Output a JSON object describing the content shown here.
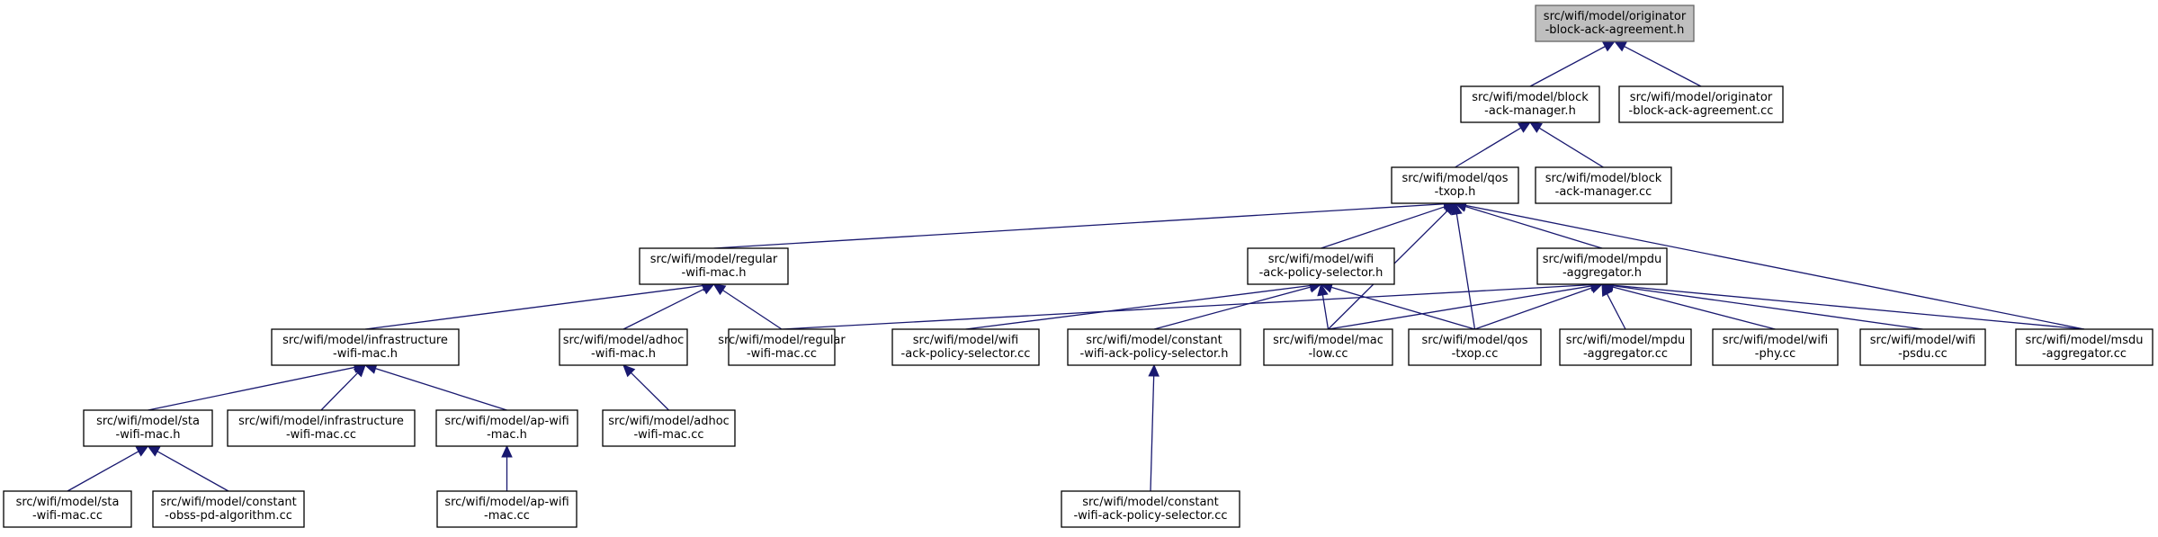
{
  "graph": {
    "nodes": [
      {
        "id": "oba_h",
        "lines": [
          "src/wifi/model/originator",
          "-block-ack-agreement.h"
        ],
        "root": true
      },
      {
        "id": "bam_h",
        "lines": [
          "src/wifi/model/block",
          "-ack-manager.h"
        ]
      },
      {
        "id": "oba_cc",
        "lines": [
          "src/wifi/model/originator",
          "-block-ack-agreement.cc"
        ]
      },
      {
        "id": "qos_h",
        "lines": [
          "src/wifi/model/qos",
          "-txop.h"
        ]
      },
      {
        "id": "bam_cc",
        "lines": [
          "src/wifi/model/block",
          "-ack-manager.cc"
        ]
      },
      {
        "id": "reg_h",
        "lines": [
          "src/wifi/model/regular",
          "-wifi-mac.h"
        ]
      },
      {
        "id": "waps_h",
        "lines": [
          "src/wifi/model/wifi",
          "-ack-policy-selector.h"
        ]
      },
      {
        "id": "mpdu_h",
        "lines": [
          "src/wifi/model/mpdu",
          "-aggregator.h"
        ]
      },
      {
        "id": "infra_h",
        "lines": [
          "src/wifi/model/infrastructure",
          "-wifi-mac.h"
        ]
      },
      {
        "id": "adhoc_h",
        "lines": [
          "src/wifi/model/adhoc",
          "-wifi-mac.h"
        ]
      },
      {
        "id": "reg_cc",
        "lines": [
          "src/wifi/model/regular",
          "-wifi-mac.cc"
        ]
      },
      {
        "id": "waps_cc",
        "lines": [
          "src/wifi/model/wifi",
          "-ack-policy-selector.cc"
        ]
      },
      {
        "id": "cwaps_h",
        "lines": [
          "src/wifi/model/constant",
          "-wifi-ack-policy-selector.h"
        ]
      },
      {
        "id": "maclow_cc",
        "lines": [
          "src/wifi/model/mac",
          "-low.cc"
        ]
      },
      {
        "id": "qos_cc",
        "lines": [
          "src/wifi/model/qos",
          "-txop.cc"
        ]
      },
      {
        "id": "mpdu_cc",
        "lines": [
          "src/wifi/model/mpdu",
          "-aggregator.cc"
        ]
      },
      {
        "id": "phy_cc",
        "lines": [
          "src/wifi/model/wifi",
          "-phy.cc"
        ]
      },
      {
        "id": "psdu_cc",
        "lines": [
          "src/wifi/model/wifi",
          "-psdu.cc"
        ]
      },
      {
        "id": "msdu_cc",
        "lines": [
          "src/wifi/model/msdu",
          "-aggregator.cc"
        ]
      },
      {
        "id": "sta_h",
        "lines": [
          "src/wifi/model/sta",
          "-wifi-mac.h"
        ]
      },
      {
        "id": "infra_cc",
        "lines": [
          "src/wifi/model/infrastructure",
          "-wifi-mac.cc"
        ]
      },
      {
        "id": "ap_h",
        "lines": [
          "src/wifi/model/ap-wifi",
          "-mac.h"
        ]
      },
      {
        "id": "adhoc_cc",
        "lines": [
          "src/wifi/model/adhoc",
          "-wifi-mac.cc"
        ]
      },
      {
        "id": "cwaps_cc",
        "lines": [
          "src/wifi/model/constant",
          "-wifi-ack-policy-selector.cc"
        ]
      },
      {
        "id": "sta_cc",
        "lines": [
          "src/wifi/model/sta",
          "-wifi-mac.cc"
        ]
      },
      {
        "id": "obss_cc",
        "lines": [
          "src/wifi/model/constant",
          "-obss-pd-algorithm.cc"
        ]
      },
      {
        "id": "ap_cc",
        "lines": [
          "src/wifi/model/ap-wifi",
          "-mac.cc"
        ]
      }
    ],
    "edges": [
      {
        "from": "bam_h",
        "to": "oba_h"
      },
      {
        "from": "oba_cc",
        "to": "oba_h"
      },
      {
        "from": "qos_h",
        "to": "bam_h"
      },
      {
        "from": "bam_cc",
        "to": "bam_h"
      },
      {
        "from": "reg_h",
        "to": "qos_h"
      },
      {
        "from": "waps_h",
        "to": "qos_h"
      },
      {
        "from": "mpdu_h",
        "to": "qos_h"
      },
      {
        "from": "maclow_cc",
        "to": "qos_h"
      },
      {
        "from": "qos_cc",
        "to": "qos_h"
      },
      {
        "from": "msdu_cc",
        "to": "qos_h"
      },
      {
        "from": "infra_h",
        "to": "reg_h"
      },
      {
        "from": "adhoc_h",
        "to": "reg_h"
      },
      {
        "from": "reg_cc",
        "to": "reg_h"
      },
      {
        "from": "waps_cc",
        "to": "waps_h"
      },
      {
        "from": "cwaps_h",
        "to": "waps_h"
      },
      {
        "from": "maclow_cc",
        "to": "waps_h"
      },
      {
        "from": "qos_cc",
        "to": "waps_h"
      },
      {
        "from": "reg_cc",
        "to": "mpdu_h"
      },
      {
        "from": "maclow_cc",
        "to": "mpdu_h"
      },
      {
        "from": "qos_cc",
        "to": "mpdu_h"
      },
      {
        "from": "mpdu_cc",
        "to": "mpdu_h"
      },
      {
        "from": "phy_cc",
        "to": "mpdu_h"
      },
      {
        "from": "psdu_cc",
        "to": "mpdu_h"
      },
      {
        "from": "msdu_cc",
        "to": "mpdu_h"
      },
      {
        "from": "sta_h",
        "to": "infra_h"
      },
      {
        "from": "infra_cc",
        "to": "infra_h"
      },
      {
        "from": "ap_h",
        "to": "infra_h"
      },
      {
        "from": "adhoc_cc",
        "to": "adhoc_h"
      },
      {
        "from": "cwaps_cc",
        "to": "cwaps_h"
      },
      {
        "from": "sta_cc",
        "to": "sta_h"
      },
      {
        "from": "obss_cc",
        "to": "sta_h"
      },
      {
        "from": "ap_cc",
        "to": "ap_h"
      }
    ]
  }
}
